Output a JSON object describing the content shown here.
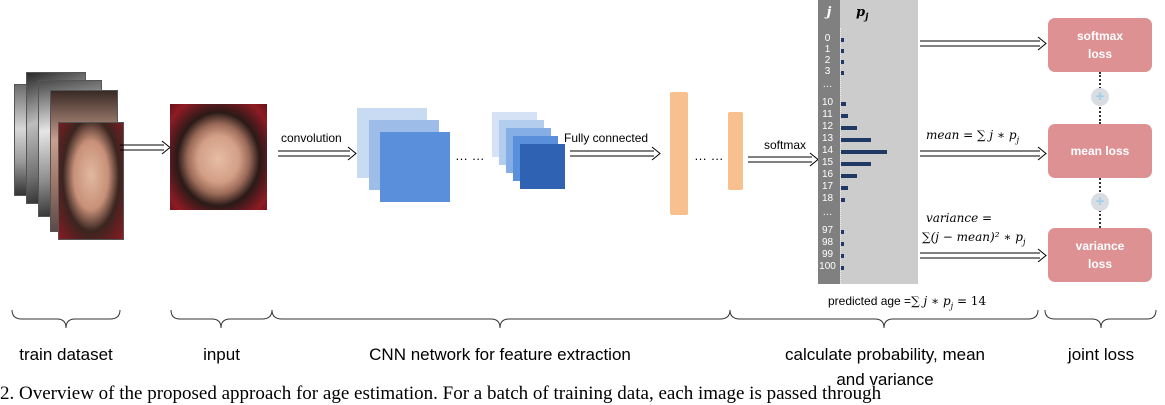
{
  "labels": {
    "convolution": "convolution",
    "fully_connected": "Fully connected",
    "softmax": "softmax",
    "ellipsis": "… …"
  },
  "table": {
    "col_j": "j",
    "col_pj": "p",
    "col_pj_sub": "j",
    "ticks_top": [
      "0",
      "1",
      "2",
      "3"
    ],
    "ticks_mid": [
      "10",
      "11",
      "12",
      "13",
      "14",
      "15",
      "16",
      "17",
      "18"
    ],
    "ticks_bot": [
      "97",
      "98",
      "99",
      "100"
    ],
    "dots": "…"
  },
  "equations": {
    "mean": "mean = ∑ j ∗ p",
    "mean_sub": "j",
    "variance_line1": "variance =",
    "variance_line2": "∑(j − mean)² ∗ p",
    "variance_sub": "j",
    "predicted_prefix": "predicted age =",
    "predicted_formula": "∑ j ∗ p",
    "predicted_sub": "j",
    "predicted_value": " = 14"
  },
  "losses": {
    "softmax_l1": "softmax",
    "softmax_l2": "loss",
    "mean": "mean  loss",
    "variance_l1": "variance",
    "variance_l2": "loss",
    "plus": "+"
  },
  "sections": {
    "train": "train dataset",
    "input": "input",
    "cnn": "CNN network for feature extraction",
    "calc_l1": "calculate probability, mean",
    "calc_l2": "and variance",
    "joint": "joint loss"
  },
  "caption": "2. Overview of the proposed approach for age estimation. For a batch of training data, each image is passed through",
  "distribution": {
    "ages": [
      0,
      1,
      2,
      3,
      10,
      11,
      12,
      13,
      14,
      15,
      16,
      17,
      18,
      97,
      98,
      99,
      100
    ],
    "p": [
      0.02,
      0.02,
      0.02,
      0.02,
      0.04,
      0.06,
      0.13,
      0.25,
      0.38,
      0.25,
      0.13,
      0.06,
      0.03,
      0.02,
      0.02,
      0.02,
      0.02
    ]
  },
  "colors": {
    "conv_light": "#c9daf3",
    "conv_mid": "#9dbde8",
    "conv_dark": "#5a8fdc",
    "conv_darkest": "#2f62b3",
    "fc": "#f8c08f",
    "loss": "#de9193",
    "bar": "#1f3864",
    "jcol": "#808080",
    "pcol": "#cccccc"
  }
}
